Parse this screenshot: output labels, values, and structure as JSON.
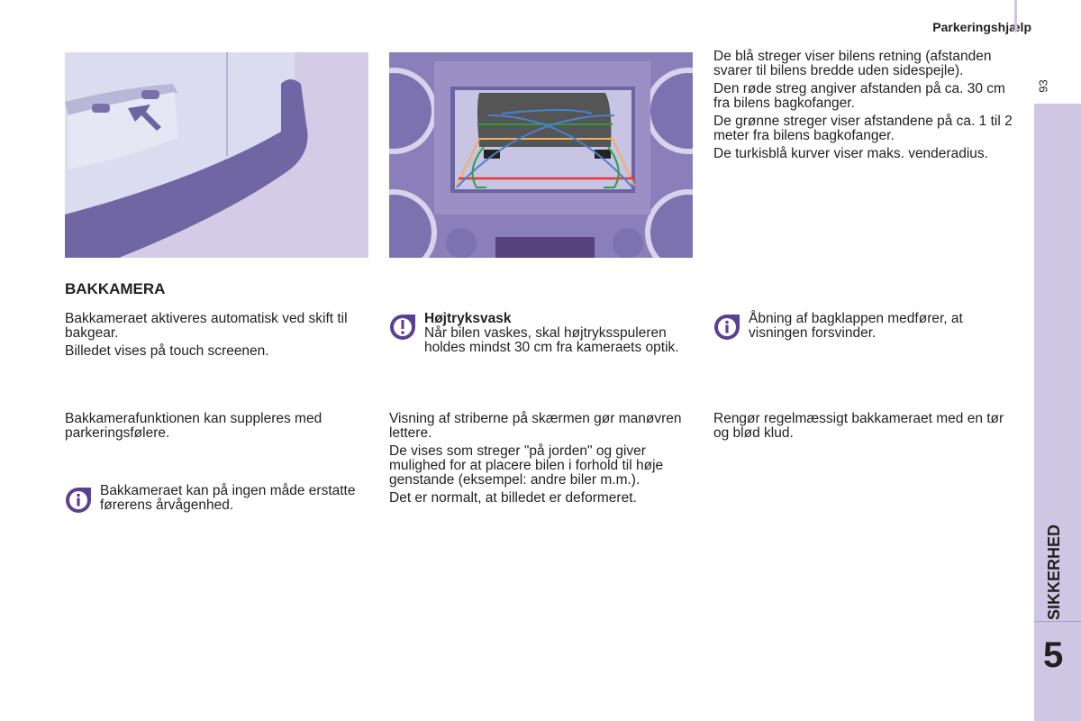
{
  "header": {
    "section_title": "Parkeringshjælp",
    "page_number": "93"
  },
  "sidebar": {
    "chapter_label": "SIKKERHED",
    "chapter_number": "5"
  },
  "illustrations": {
    "rear_bumper": "rear-bumper-camera-illustration",
    "screen": "camera-screen-guidelines-illustration"
  },
  "guide_text": [
    "De blå streger viser bilens retning (afstanden svarer til bilens bredde uden sidespejle).",
    "Den røde streg angiver afstanden på ca. 30 cm fra bilens bagkofanger.",
    "De grønne streger viser afstandene på ca. 1 til 2 meter fra bilens bagkofanger.",
    "De turkisblå kurver viser maks. venderadius."
  ],
  "heading": "BAKKAMERA",
  "col1": {
    "p1": "Bakkameraet aktiveres automatisk ved skift til bakgear.",
    "p2": "Billedet vises på touch screenen.",
    "p3": "Bakkamerafunktionen kan suppleres med parkeringsfølere.",
    "note": "Bakkameraet kan på ingen måde erstatte førerens årvågenhed."
  },
  "col2": {
    "warning_title": "Højtryksvask",
    "warning_text": "Når bilen vaskes, skal højtryksspuleren holdes mindst 30 cm fra kameraets optik.",
    "p1": "Visning af striberne på skærmen gør manøvren lettere.",
    "p2": "De vises som streger \"på jorden\" og giver mulighed for at placere bilen i forhold til høje genstande (eksempel: andre biler m.m.).",
    "p3": "Det er normalt, at billedet er deformeret."
  },
  "col3": {
    "note": "Åbning af bagklappen medfører, at visningen forsvinder.",
    "p1": "Rengør regelmæssigt bakkameraet med en tør og blød klud."
  },
  "colors": {
    "accent": "#5b3f92",
    "sidebar": "#cfc6e3"
  }
}
